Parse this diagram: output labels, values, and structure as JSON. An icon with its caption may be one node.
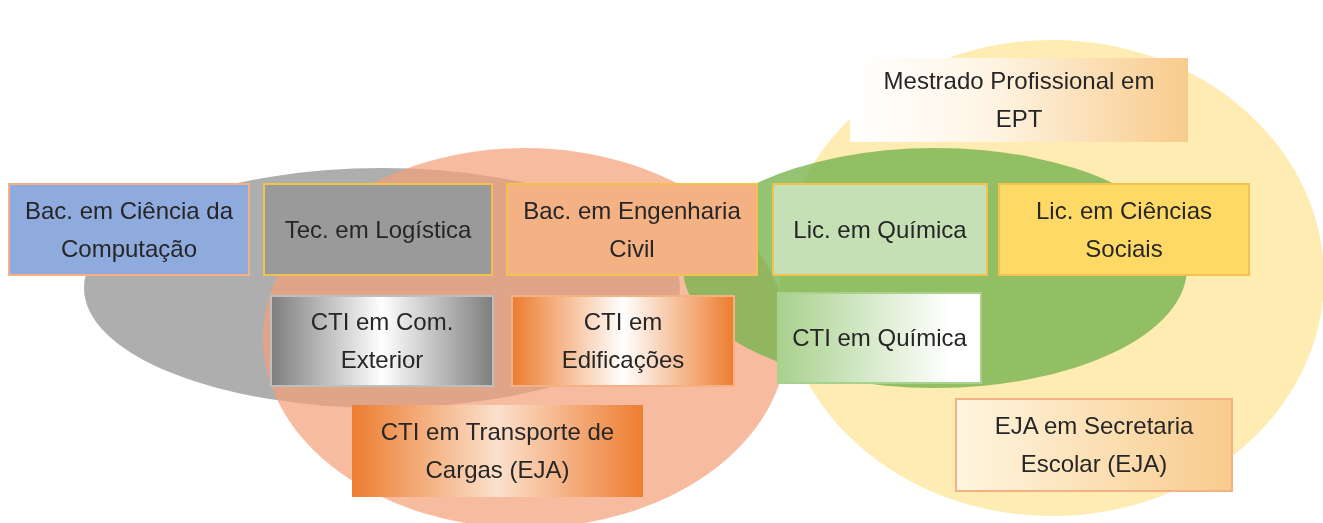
{
  "diagram": {
    "nodes": [
      {
        "text": [
          "Mestrado Profissional em EPT"
        ]
      },
      {
        "text": [
          "Bac. em Ciência da Computação"
        ]
      },
      {
        "text": [
          "Tec. em Logística"
        ]
      },
      {
        "text": [
          "Bac. em Engenharia Civil"
        ]
      },
      {
        "text": [
          "Lic. em Química"
        ]
      },
      {
        "text": [
          "Lic. em Ciências Sociais"
        ]
      },
      {
        "text": [
          "CTI em Com. Exterior"
        ]
      },
      {
        "text": [
          "CTI em Edificações"
        ]
      },
      {
        "text": [
          "CTI em Química"
        ]
      },
      {
        "text": [
          "CTI em Transporte de Cargas (EJA)"
        ]
      },
      {
        "text": [
          "EJA em Secretaria Escolar (EJA)"
        ]
      }
    ]
  }
}
